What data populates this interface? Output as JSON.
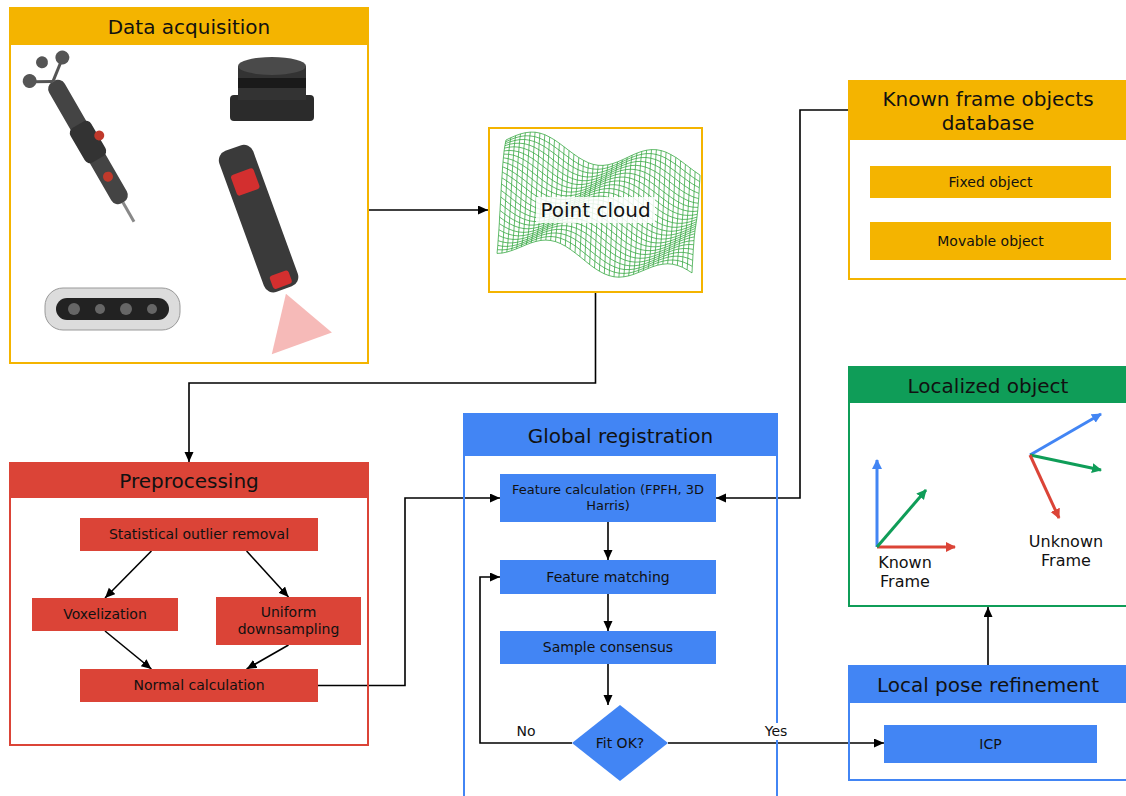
{
  "diagram": {
    "nodes": [
      {
        "text": [
          "Data acquisition"
        ]
      },
      {
        "text": [
          "Point cloud"
        ]
      },
      {
        "text": [
          "Known frame objects database"
        ]
      },
      {
        "text": [
          "Fixed object"
        ],
        "in": 2
      },
      {
        "text": [
          "Movable object"
        ],
        "in": 2
      },
      {
        "text": [
          "Localized object"
        ]
      },
      {
        "text": [
          "Preprocessing"
        ]
      },
      {
        "text": [
          "Statistical outlier removal"
        ],
        "in": 6
      },
      {
        "text": [
          "Voxelization"
        ],
        "in": 6
      },
      {
        "text": [
          "Uniform downsampling"
        ],
        "in": 6
      },
      {
        "text": [
          "Normal calculation"
        ],
        "in": 6
      },
      {
        "text": [
          "Global registration"
        ]
      },
      {
        "text": [
          "Feature calculation (FPFH, 3D Harris)"
        ],
        "in": 11
      },
      {
        "text": [
          "Feature matching"
        ],
        "in": 11
      },
      {
        "text": [
          "Sample consensus"
        ],
        "in": 11
      },
      {
        "text": [
          "Fit OK?"
        ],
        "in": 11
      },
      {
        "text": [
          "Local pose refinement"
        ]
      },
      {
        "text": [
          "ICP"
        ],
        "in": 16
      }
    ],
    "edges": [
      {
        "from": 0,
        "to": 1,
        "arrow": "to"
      },
      {
        "from": 1,
        "to": 6,
        "arrow": "to"
      },
      {
        "from": 7,
        "to": 8,
        "arrow": "to"
      },
      {
        "from": 7,
        "to": 9,
        "arrow": "to"
      },
      {
        "from": 8,
        "to": 10,
        "arrow": "to"
      },
      {
        "from": 9,
        "to": 10,
        "arrow": "to"
      },
      {
        "from": 10,
        "to": 12,
        "arrow": "to"
      },
      {
        "from": 2,
        "to": 12,
        "arrow": "to"
      },
      {
        "from": 12,
        "to": 13,
        "arrow": "to"
      },
      {
        "from": 13,
        "to": 14,
        "arrow": "to"
      },
      {
        "from": 14,
        "to": 15,
        "arrow": "to"
      },
      {
        "from": 15,
        "to": 13,
        "label": "No",
        "arrow": "to"
      },
      {
        "from": 15,
        "to": 17,
        "label": "Yes",
        "arrow": "to"
      },
      {
        "from": 16,
        "to": 5,
        "arrow": "to"
      }
    ],
    "labels": [
      "Known Frame",
      "Unknown Frame"
    ]
  }
}
